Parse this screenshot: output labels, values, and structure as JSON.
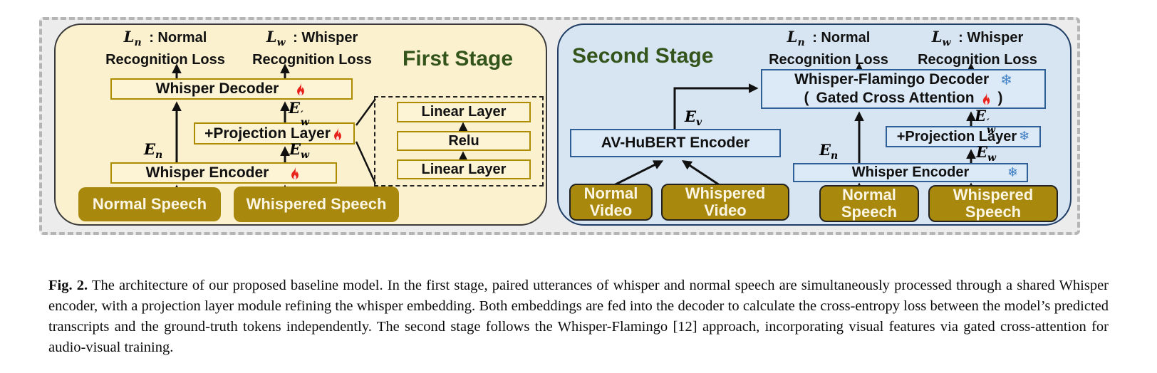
{
  "stage1": {
    "title": "First Stage",
    "loss_normal": {
      "sym": "L",
      "sub": "n",
      "text": ": Normal",
      "line2": "Recognition Loss"
    },
    "loss_whisper": {
      "sym": "L",
      "sub": "w",
      "text": ": Whisper",
      "line2": "Recognition Loss"
    },
    "decoder": "Whisper Decoder",
    "projection": "+Projection Layer",
    "encoder": "Whisper Encoder",
    "input_normal": "Normal Speech",
    "input_whispered": "Whispered Speech",
    "detail": {
      "top": "Linear Layer",
      "mid": "Relu",
      "bottom": "Linear Layer"
    },
    "emb_normal": {
      "sym": "E",
      "sub": "n"
    },
    "emb_whisper": {
      "sym": "E",
      "sub": "w"
    },
    "emb_whisper_proj": {
      "sym": "E",
      "prime": "′",
      "sub": "w"
    }
  },
  "stage2": {
    "title": "Second Stage",
    "loss_normal": {
      "sym": "L",
      "sub": "n",
      "text": ": Normal",
      "line2": "Recognition Loss"
    },
    "loss_whisper": {
      "sym": "L",
      "sub": "w",
      "text": ": Whisper",
      "line2": "Recognition Loss"
    },
    "decoder_line1": "Whisper-Flamingo Decoder",
    "decoder_line2_open": "(",
    "decoder_line2": "Gated Cross Attention",
    "decoder_line2_close": ")",
    "av_encoder": "AV-HuBERT Encoder",
    "projection": "+Projection Layer",
    "encoder": "Whisper Encoder",
    "emb_video": {
      "sym": "E",
      "sub": "v"
    },
    "emb_normal": {
      "sym": "E",
      "sub": "n"
    },
    "emb_whisper": {
      "sym": "E",
      "sub": "w"
    },
    "emb_whisper_proj": {
      "sym": "E",
      "prime": "′",
      "sub": "w"
    },
    "input_normal_video": {
      "line1": "Normal",
      "line2": "Video"
    },
    "input_whispered_video": {
      "line1": "Whispered",
      "line2": "Video"
    },
    "input_normal_speech": {
      "line1": "Normal",
      "line2": "Speech"
    },
    "input_whispered_speech": {
      "line1": "Whispered",
      "line2": "Speech"
    }
  },
  "icons": {
    "snowflake_glyph": "❄",
    "fire_meaning": "trainable",
    "snowflake_meaning": "frozen"
  },
  "caption": {
    "label": "Fig. 2.",
    "text": " The architecture of our proposed baseline model. In the first stage, paired utterances of whisper and normal speech are simultaneously processed through a shared Whisper encoder, with a projection layer module refining the whisper embedding. Both embeddings are fed into the decoder to calculate the cross-entropy loss between the model’s predicted transcripts and the ground-truth tokens independently. The second stage follows the Whisper-Flamingo [12] approach, incorporating visual features via gated cross-attention for audio-visual training."
  },
  "colors": {
    "panel_first_bg": "#fbf1ce",
    "panel_second_bg": "#d7e5f2",
    "gold_box_fill": "#a9880e",
    "gold_box_border": "#ae8c02",
    "blue_box_fill": "#dceaf7",
    "blue_box_border": "#2e5f96",
    "stage_title_green": "#33541b",
    "flame_red": "#e8231c",
    "snowflake_blue": "#3f7fc4",
    "frame_gray": "#b5b5b5"
  }
}
